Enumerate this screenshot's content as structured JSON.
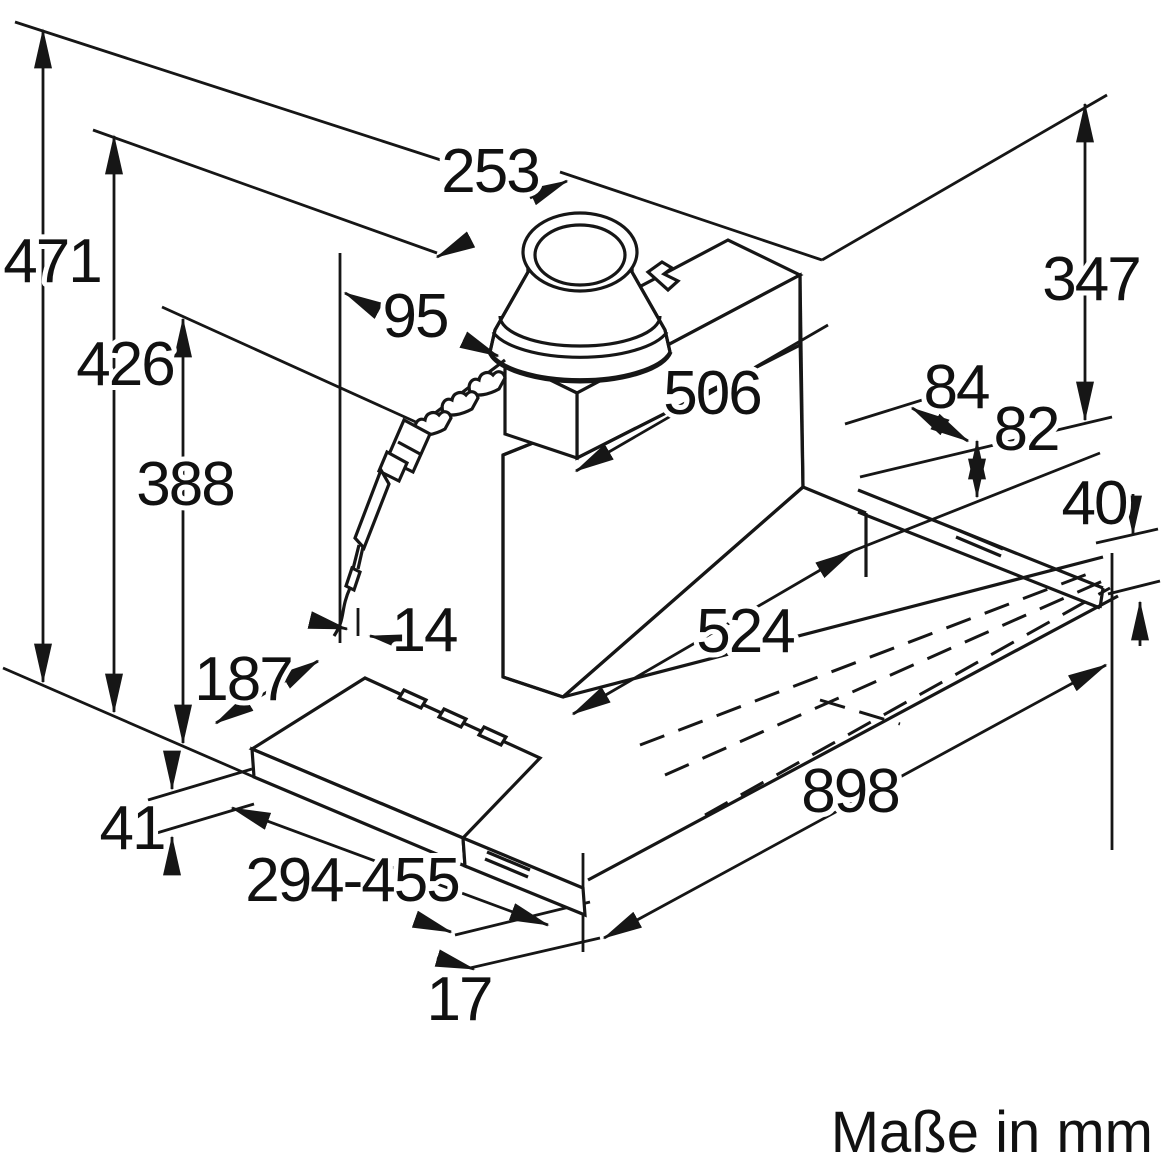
{
  "diagram": {
    "caption": "Maße in mm",
    "dimension_labels": [
      "471",
      "426",
      "388",
      "253",
      "95",
      "506",
      "347",
      "84",
      "82",
      "40",
      "524",
      "14",
      "187",
      "41",
      "294-455",
      "898",
      "17"
    ]
  }
}
